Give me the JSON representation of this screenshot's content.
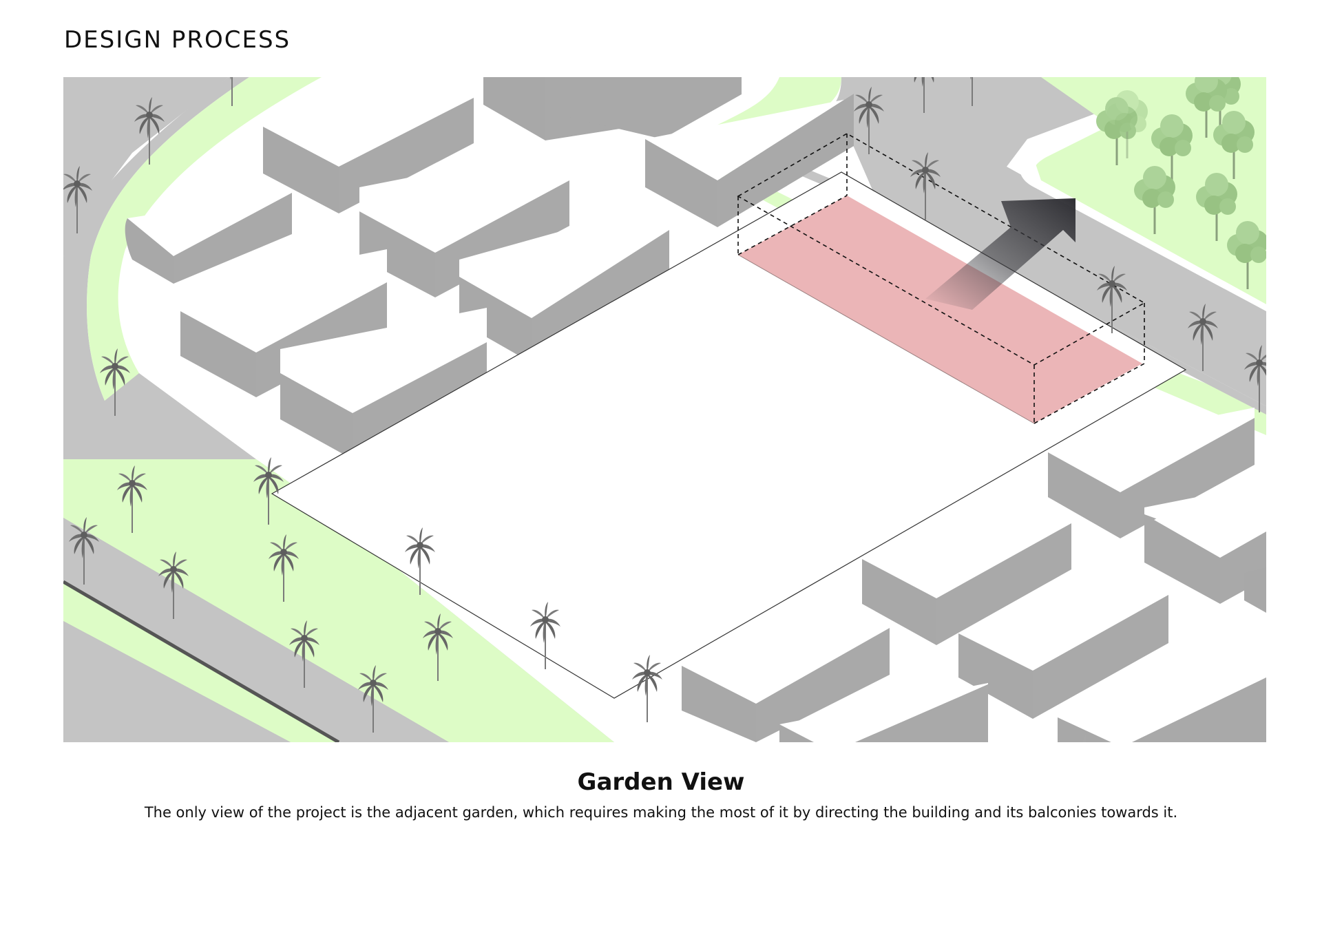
{
  "page": {
    "title": "DESIGN PROCESS"
  },
  "caption": {
    "title": "Garden View",
    "body": "The only view of the project is the adjacent garden, which requires making the most of it by directing the building and its balconies towards it."
  },
  "colors": {
    "road": "#c4c4c4",
    "green_strip": "#ddfcc6",
    "building_side": "#a8a8a8",
    "building_top": "#ffffff",
    "site_highlight": "#ebb5b7",
    "arrow": "#3a3a3f",
    "tree_canopy": "#9fc98c",
    "palm": "#6f6f6f"
  },
  "icons": {
    "palm": "palm-tree-icon",
    "tree": "garden-tree-icon",
    "arrow": "view-direction-arrow-icon"
  }
}
